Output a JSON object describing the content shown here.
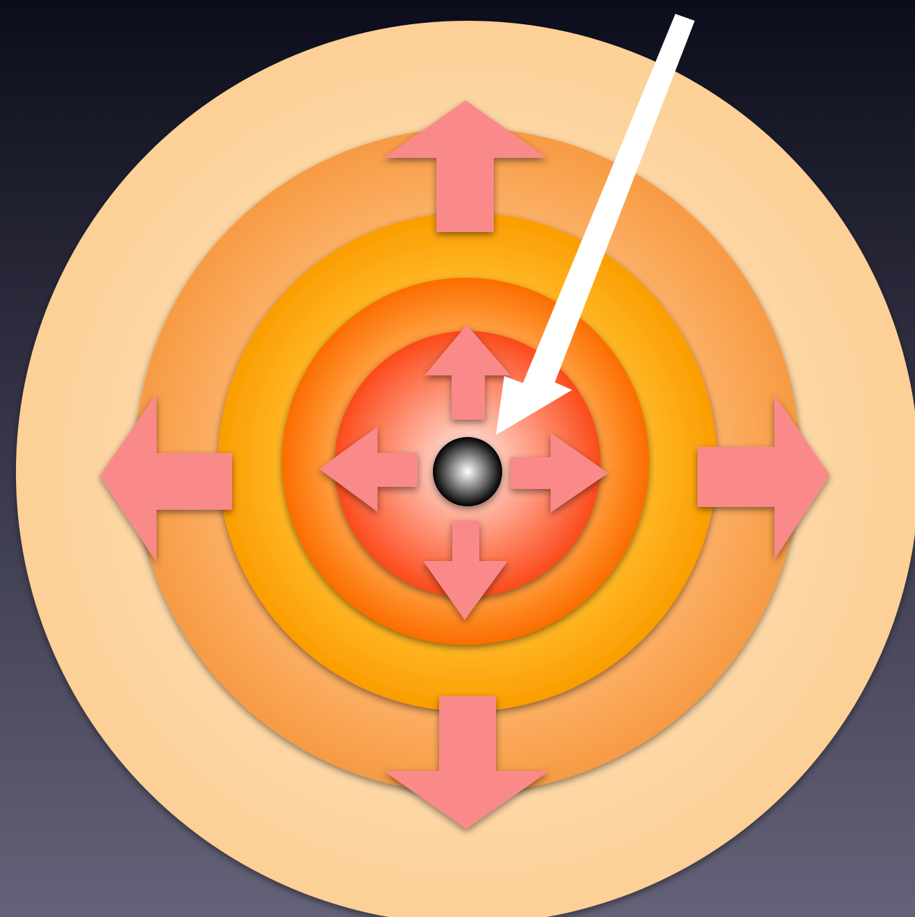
{
  "diagram": {
    "background_colors": {
      "top": "#0c0d1c",
      "bottom": "#646278"
    },
    "rings": [
      {
        "name": "outer-ring",
        "color_edge": "#fcd096",
        "color_center": "#ffe9cc"
      },
      {
        "name": "second-ring",
        "color_edge": "#f79b43",
        "color_center": "#ffbf80"
      },
      {
        "name": "third-ring",
        "color_edge": "#fb9d00",
        "color_center": "#ffba2a"
      },
      {
        "name": "fourth-ring",
        "color_edge": "#fb6d00",
        "color_center": "#ff9b3a"
      },
      {
        "name": "core-ring",
        "color_edge": "#fc4a1a",
        "color_center": "#fff0ec"
      }
    ],
    "nucleus": {
      "color_edge": "#000000",
      "color_center": "#ffffff"
    },
    "arrow_color": "#fa8a8a",
    "incoming_arrow_color": "#ffffff",
    "outer_arrows": [
      "up",
      "right",
      "down",
      "left"
    ],
    "inner_arrows": [
      "up",
      "right",
      "down",
      "left"
    ]
  }
}
